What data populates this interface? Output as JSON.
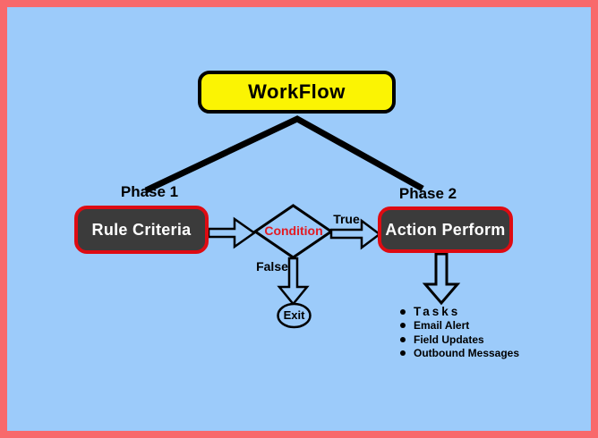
{
  "colors": {
    "background": "#9CCBFA",
    "frame_border": "#F8696B",
    "title_bg": "#FBF403",
    "node_bg": "#3B3B3B",
    "node_border": "#DE0B12",
    "condition_text": "#E31B23",
    "outline": "#000000",
    "node_text": "#FFFFFF"
  },
  "nodes": {
    "workflow": "WorkFlow",
    "rule_criteria": "Rule Criteria",
    "condition": "Condition",
    "action_perform": "Action Perform",
    "exit": "Exit"
  },
  "phases": {
    "phase1": "Phase 1",
    "phase2": "Phase 2"
  },
  "edges": {
    "true_label": "True",
    "false_label": "False"
  },
  "action_outputs": {
    "items": [
      "Tasks",
      "Email Alert",
      "Field Updates",
      "Outbound Messages"
    ]
  }
}
